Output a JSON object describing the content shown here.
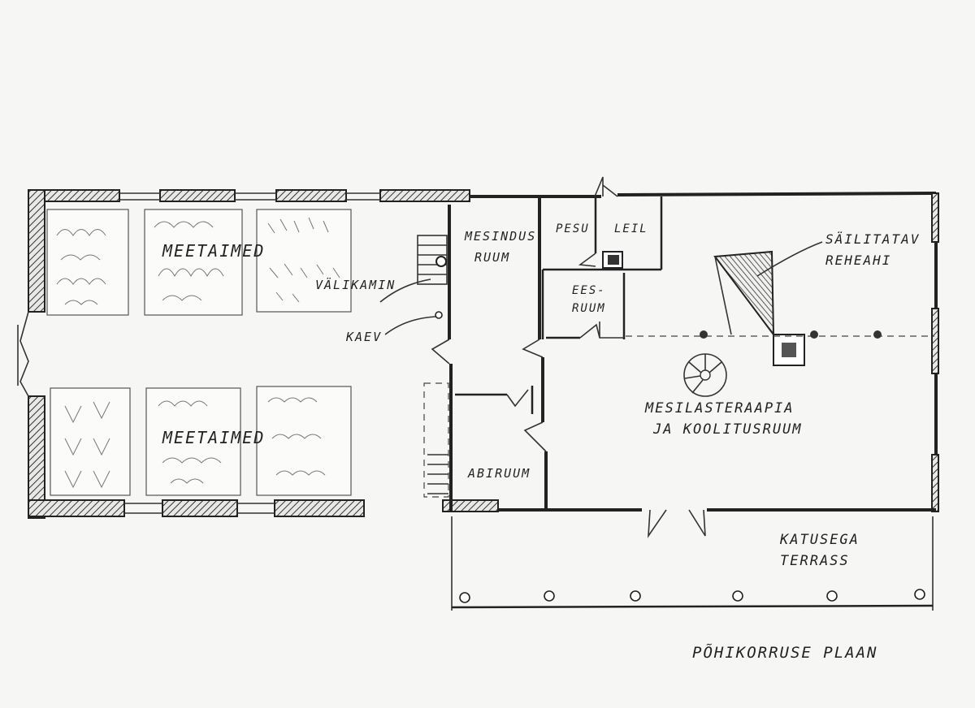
{
  "plan": {
    "title": "PÕHIKORRUSE PLAAN",
    "rooms": {
      "meetaimed_top": "MEETAIMED",
      "meetaimed_bottom": "MEETAIMED",
      "valikamin": "VÄLIKAMIN",
      "kaev": "KAEV",
      "mesindus_line1": "MESINDUS",
      "mesindus_line2": "RUUM",
      "pesu": "PESU",
      "leil": "LEIL",
      "eesruum_line1": "EES-",
      "eesruum_line2": "RUUM",
      "abiruum": "ABIRUUM",
      "mesilas_line1": "MESILASTERAAPIA",
      "mesilas_line2": "JA KOOLITUSRUUM",
      "sailitatav_line1": "SÄILITATAV",
      "sailitatav_line2": "REHEAHI",
      "katusega_line1": "KATUSEGA",
      "katusega_line2": "TERRASS"
    }
  }
}
